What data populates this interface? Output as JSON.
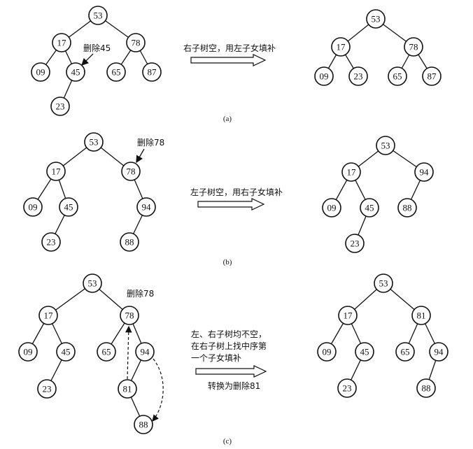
{
  "panels": [
    {
      "caption": "(a)",
      "before": {
        "nodes": {
          "n53": "53",
          "n17": "17",
          "n78": "78",
          "n09": "09",
          "n45": "45",
          "n65": "65",
          "n87": "87",
          "n23": "23"
        },
        "annotation": "删除45"
      },
      "transition": [
        "右子树空，用左子女填补"
      ],
      "after": {
        "nodes": {
          "n53": "53",
          "n17": "17",
          "n78": "78",
          "n09": "09",
          "n23": "23",
          "n65": "65",
          "n87": "87"
        }
      }
    },
    {
      "caption": "(b)",
      "before": {
        "nodes": {
          "n53": "53",
          "n17": "17",
          "n78": "78",
          "n09": "09",
          "n45": "45",
          "n94": "94",
          "n23": "23",
          "n88": "88"
        },
        "annotation": "删除78"
      },
      "transition": [
        "左子树空，用右子女填补"
      ],
      "after": {
        "nodes": {
          "n53": "53",
          "n17": "17",
          "n94": "94",
          "n09": "09",
          "n45": "45",
          "n88": "88",
          "n23": "23"
        }
      }
    },
    {
      "caption": "(c)",
      "before": {
        "nodes": {
          "n53": "53",
          "n17": "17",
          "n78": "78",
          "n09": "09",
          "n45": "45",
          "n65": "65",
          "n94": "94",
          "n23": "23",
          "n81": "81",
          "n88": "88"
        },
        "annotation": "删除78"
      },
      "transition": [
        "左、右子树均不空，",
        "在右子树上找中序第",
        "一个子女填补",
        "转换为删除81"
      ],
      "after": {
        "nodes": {
          "n53": "53",
          "n17": "17",
          "n81": "81",
          "n09": "09",
          "n45": "45",
          "n65": "65",
          "n94": "94",
          "n23": "23",
          "n88": "88"
        }
      }
    }
  ]
}
